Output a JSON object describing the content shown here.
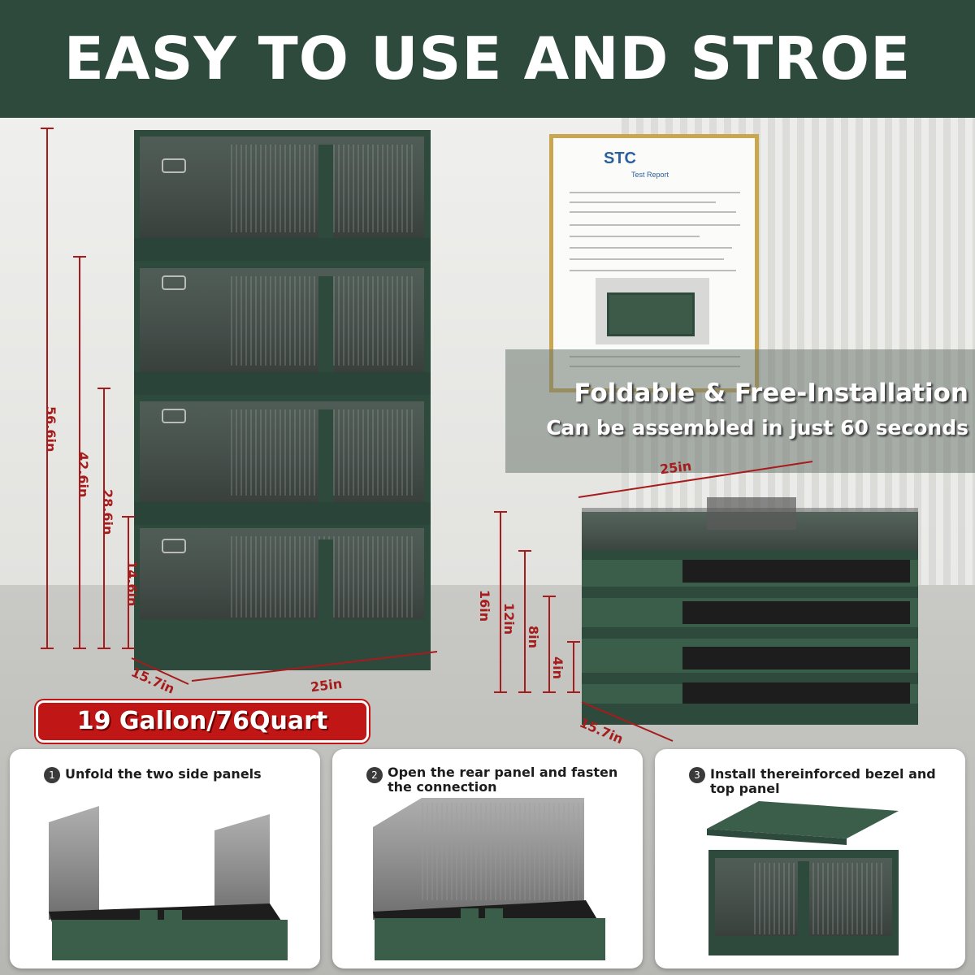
{
  "banner": {
    "title": "EASY TO USE AND STROE"
  },
  "certificate": {
    "logo": "STC",
    "title": "Test Report"
  },
  "feature": {
    "title": "Foldable & Free-Installation",
    "subtitle": "Can be assembled in just 60 seconds"
  },
  "stack_dims": {
    "h4": "56.6in",
    "h3": "42.6in",
    "h2": "28.6in",
    "h1": "14.6in",
    "depth": "15.7in",
    "width": "25in"
  },
  "folded_dims": {
    "width": "25in",
    "h4": "16in",
    "h3": "12in",
    "h2": "8in",
    "h1": "4in",
    "depth": "15.7in"
  },
  "capacity": {
    "label": "19 Gallon/76Quart"
  },
  "steps": [
    {
      "num": "1",
      "text": "Unfold the two side panels"
    },
    {
      "num": "2",
      "text": "Open the rear panel and fasten the connection"
    },
    {
      "num": "3",
      "text": "Install thereinforced bezel and top panel"
    }
  ],
  "colors": {
    "brand_green": "#2e4a3d",
    "dim_red": "#a61b1b",
    "capacity_red": "#c01616"
  }
}
